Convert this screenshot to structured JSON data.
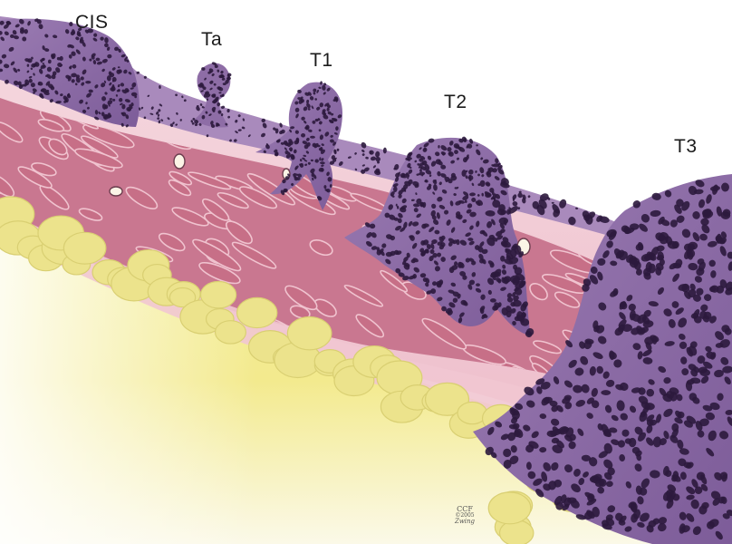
{
  "labels": {
    "cis": "CIS",
    "ta": "Ta",
    "t1": "T1",
    "t2": "T2",
    "t3": "T3"
  },
  "credit": {
    "line1": "CCF",
    "line2": "©2005",
    "signature": "Zwing"
  },
  "colors": {
    "fat": "#f2e98a",
    "fat_lobule": "#ece38c",
    "muscle": "#c76f87",
    "connective": "#f3cdd6",
    "urothelium": "#a37fb0",
    "tumor": "#7c5796",
    "nucleus": "#2c1a3d"
  }
}
